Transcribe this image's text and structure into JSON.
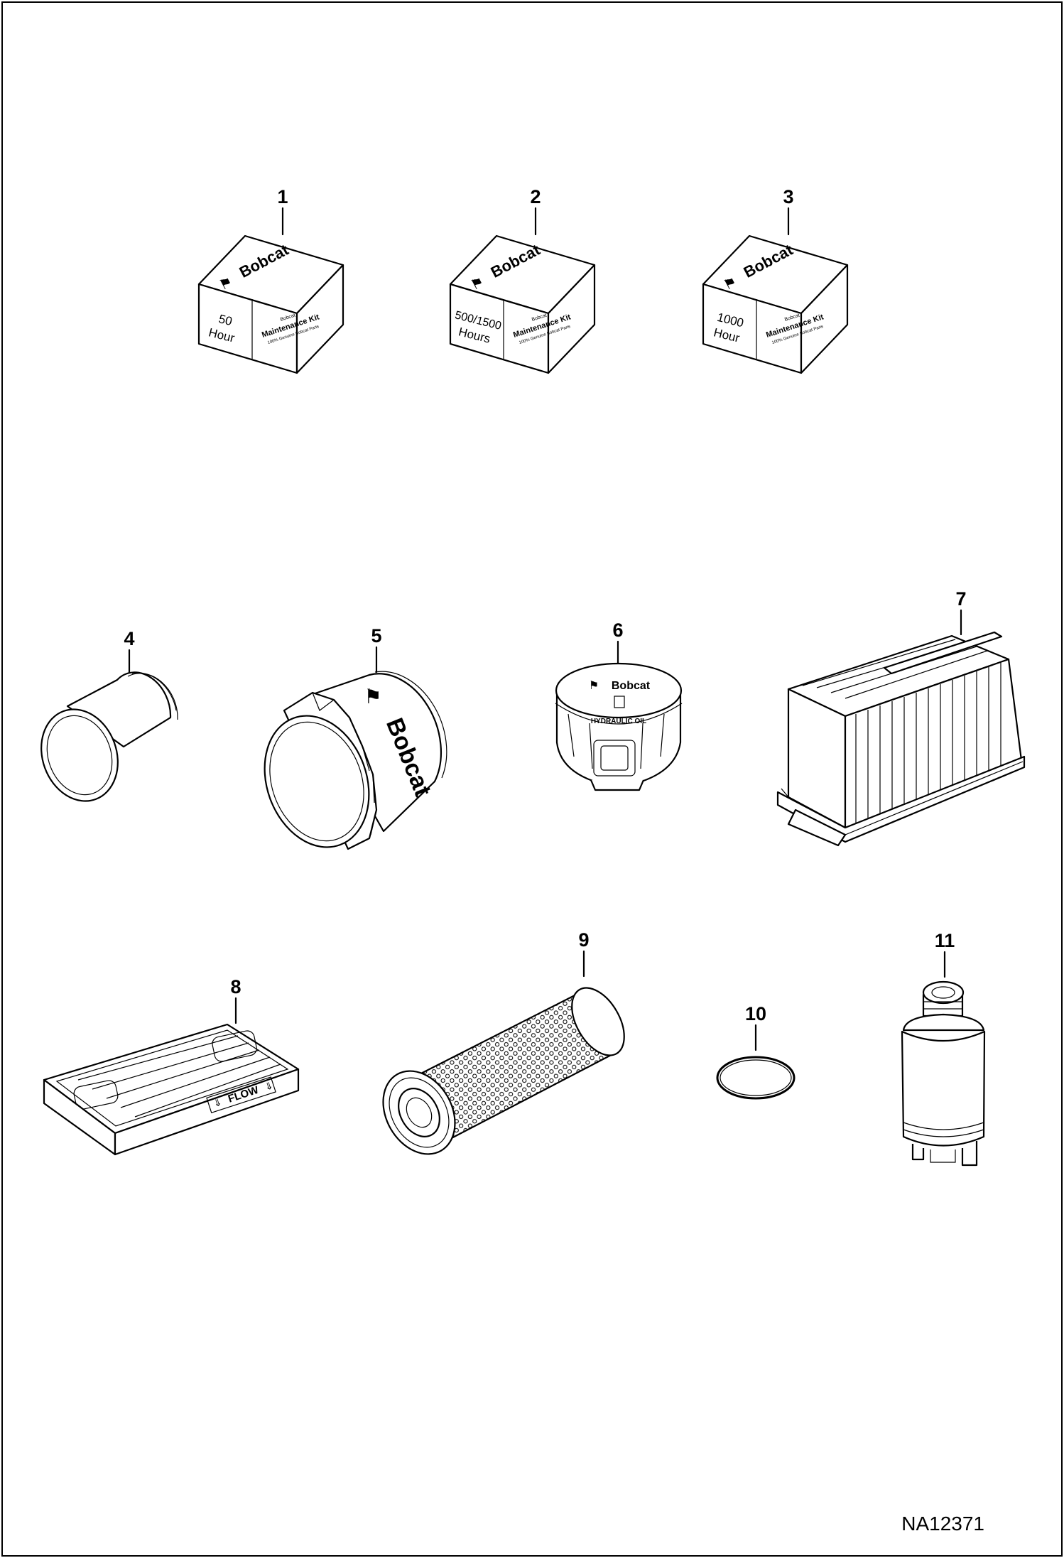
{
  "parts": [
    {
      "number": "1",
      "box_brand": "Bobcat",
      "box_hours": [
        "50",
        "Hour"
      ],
      "box_kit": "Maintenance Kit",
      "box_small_brand": "Bobcat",
      "box_fine": "100% Genuine Bobcat Parts"
    },
    {
      "number": "2",
      "box_brand": "Bobcat",
      "box_hours": [
        "500/1500",
        "Hours"
      ],
      "box_kit": "Maintenance Kit",
      "box_small_brand": "Bobcat",
      "box_fine": "100% Genuine Bobcat Parts"
    },
    {
      "number": "3",
      "box_brand": "Bobcat",
      "box_hours": [
        "1000",
        "Hour"
      ],
      "box_kit": "Maintenance Kit",
      "box_small_brand": "Bobcat",
      "box_fine": "100% Genuine Bobcat Parts"
    },
    {
      "number": "4"
    },
    {
      "number": "5",
      "filter_brand": "Bobcat"
    },
    {
      "number": "6",
      "cap_brand": "Bobcat",
      "cap_text": "HYDRAULIC OIL"
    },
    {
      "number": "7"
    },
    {
      "number": "8",
      "flow_text": "FLOW"
    },
    {
      "number": "9"
    },
    {
      "number": "10"
    },
    {
      "number": "11"
    }
  ],
  "document_id": "NA12371"
}
